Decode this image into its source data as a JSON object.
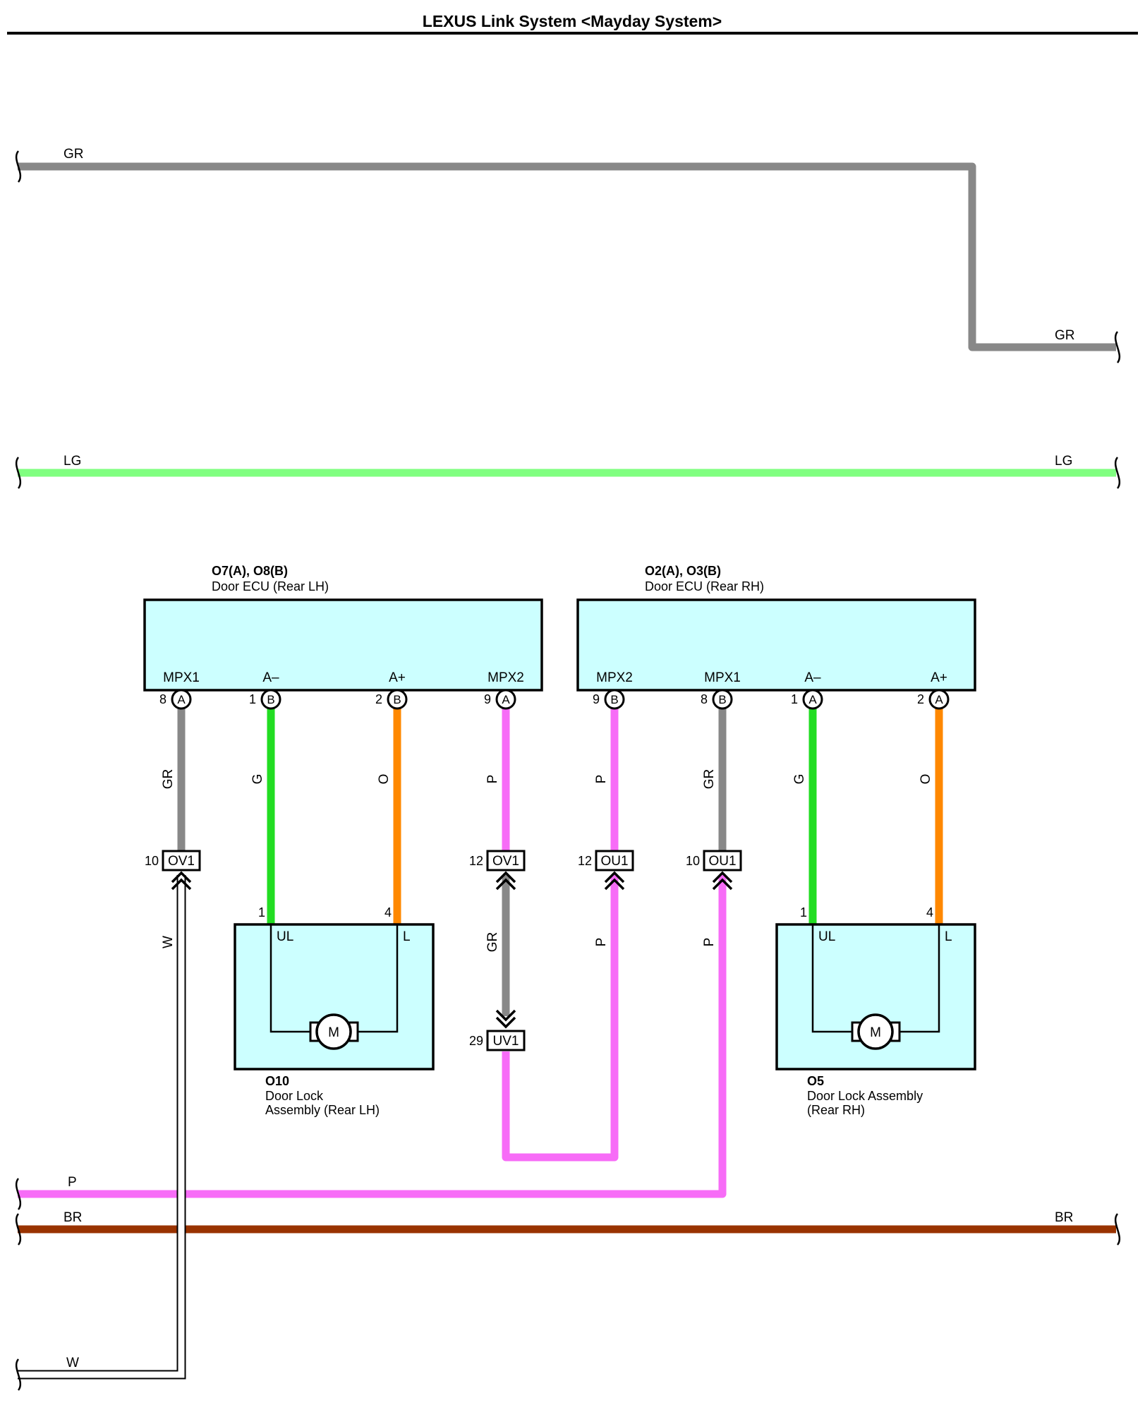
{
  "title": "LEXUS Link System <Mayday System>",
  "colors": {
    "GR": "#888888",
    "LG": "#80ff80",
    "G": "#22dd22",
    "O": "#ff8800",
    "P": "#f76cf7",
    "BR": "#993300",
    "W": "#ffffff",
    "box_fill": "#ccffff"
  },
  "wire_labels": {
    "gr_left": "GR",
    "gr_right": "GR",
    "lg_left": "LG",
    "lg_right": "LG",
    "p_left": "P",
    "br_left": "BR",
    "br_right": "BR",
    "w_left": "W",
    "w1": "GR",
    "w2": "G",
    "w3": "O",
    "w4": "P",
    "w5": "P",
    "w6": "GR",
    "w7": "G",
    "w8": "O",
    "w_ov1": "W",
    "w_uv": "GR",
    "w_ou12": "P",
    "w_ou10": "P"
  },
  "ecu_lh": {
    "code": "O7(A), O8(B)",
    "name": "Door ECU (Rear LH)",
    "pins": [
      {
        "label": "MPX1",
        "num": "8",
        "conn": "A"
      },
      {
        "label": "A–",
        "num": "1",
        "conn": "B"
      },
      {
        "label": "A+",
        "num": "2",
        "conn": "B"
      },
      {
        "label": "MPX2",
        "num": "9",
        "conn": "A"
      }
    ]
  },
  "ecu_rh": {
    "code": "O2(A), O3(B)",
    "name": "Door ECU (Rear RH)",
    "pins": [
      {
        "label": "MPX2",
        "num": "9",
        "conn": "B"
      },
      {
        "label": "MPX1",
        "num": "8",
        "conn": "B"
      },
      {
        "label": "A–",
        "num": "1",
        "conn": "A"
      },
      {
        "label": "A+",
        "num": "2",
        "conn": "A"
      }
    ]
  },
  "junctions": {
    "ov1_10": {
      "num": "10",
      "name": "OV1"
    },
    "ov1_12": {
      "num": "12",
      "name": "OV1"
    },
    "ou1_12": {
      "num": "12",
      "name": "OU1"
    },
    "ou1_10": {
      "num": "10",
      "name": "OU1"
    },
    "uv1_29": {
      "num": "29",
      "name": "UV1"
    }
  },
  "lock_lh": {
    "code": "O10",
    "name_line1": "Door Lock",
    "name_line2": "Assembly (Rear LH)",
    "pin_ul_num": "1",
    "pin_l_num": "4",
    "pin_ul": "UL",
    "pin_l": "L",
    "motor": "M"
  },
  "lock_rh": {
    "code": "O5",
    "name_line1": "Door Lock Assembly",
    "name_line2": "(Rear RH)",
    "pin_ul_num": "1",
    "pin_l_num": "4",
    "pin_ul": "UL",
    "pin_l": "L",
    "motor": "M"
  }
}
